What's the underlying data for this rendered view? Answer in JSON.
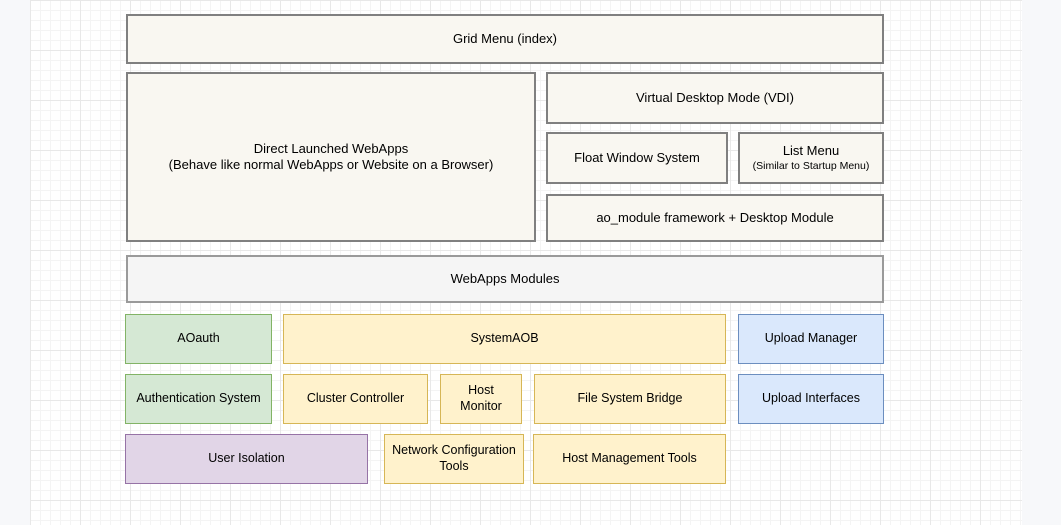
{
  "diagram": {
    "title_text_present": false,
    "background": {
      "canvas_color": "#f7f8fa",
      "grid_color": "#e8e8e8",
      "grid_minor_color": "#f4f4f4"
    },
    "palette": {
      "main_fill": "#f9f7f1",
      "main_border": "#808080",
      "gray_fill": "#f5f5f5",
      "gray_border": "#9a9a9a",
      "green_fill": "#d5e8d4",
      "green_border": "#82b366",
      "yellow_fill": "#fff2cc",
      "yellow_border": "#d6b656",
      "blue_fill": "#dae8fc",
      "blue_border": "#6c8ebf",
      "purple_fill": "#e1d5e7",
      "purple_border": "#9673a6"
    },
    "nodes": {
      "grid_menu": {
        "label": "Grid Menu (index)"
      },
      "direct_launched_webapps": {
        "label": "Direct Launched WebApps",
        "sublabel": "(Behave like normal WebApps or Website on a Browser)"
      },
      "virtual_desktop_mode": {
        "label": "Virtual Desktop Mode (VDI)"
      },
      "float_window_system": {
        "label": "Float Window System"
      },
      "list_menu": {
        "label": "List Menu",
        "sublabel": "(Similar to Startup Menu)"
      },
      "ao_module_framework": {
        "label": "ao_module framework + Desktop Module"
      },
      "webapps_modules": {
        "label": "WebApps Modules"
      },
      "aoauth": {
        "label": "AOauth"
      },
      "system_aob": {
        "label": "SystemAOB"
      },
      "upload_manager": {
        "label": "Upload Manager"
      },
      "authentication_system": {
        "label": "Authentication System"
      },
      "cluster_controller": {
        "label": "Cluster Controller"
      },
      "host_monitor": {
        "label": "Host Monitor"
      },
      "file_system_bridge": {
        "label": "File System Bridge"
      },
      "upload_interfaces": {
        "label": "Upload Interfaces"
      },
      "user_isolation": {
        "label": "User Isolation"
      },
      "network_configuration_tools": {
        "label": "Network Configuration Tools"
      },
      "host_management_tools": {
        "label": "Host Management Tools"
      }
    }
  }
}
